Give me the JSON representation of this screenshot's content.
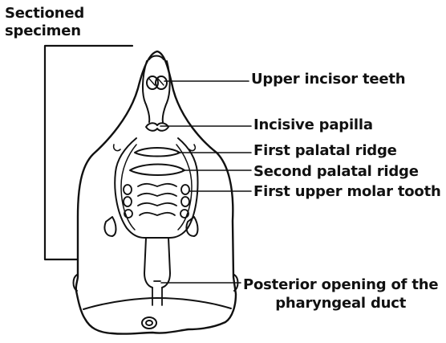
{
  "labels": {
    "sectioned_line1": "Sectioned",
    "sectioned_line2": "specimen",
    "upper_incisor": "Upper incisor teeth",
    "incisive_papilla": "Incisive papilla",
    "first_palatal_ridge": "First palatal ridge",
    "second_palatal_ridge": "Second palatal ridge",
    "first_molar": "First upper molar tooth",
    "posterior_line1": "Posterior opening of the",
    "posterior_line2": "pharyngeal duct"
  },
  "colors": {
    "ink": "#111111",
    "background": "#ffffff"
  }
}
